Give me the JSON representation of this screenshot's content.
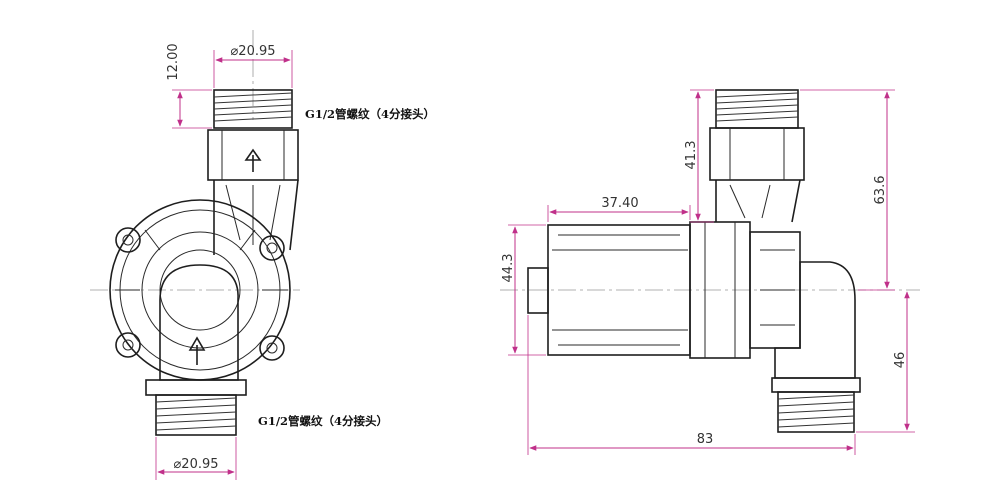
{
  "left_view": {
    "top_diameter": "⌀20.95",
    "top_height": "12.00",
    "top_thread_note": "G1/2管螺纹（4分接头）",
    "bottom_thread_note": "G1/2管螺纹（4分接头）",
    "bottom_diameter": "⌀20.95"
  },
  "right_view": {
    "width_label": "37.40",
    "height_label": "44.3",
    "upper_neck_label": "41.3",
    "overall_upper_label": "63.6",
    "lower_label": "46",
    "total_length_label": "83"
  },
  "colors": {
    "dimension": "#c0308a",
    "outline": "#1e1e1e"
  }
}
